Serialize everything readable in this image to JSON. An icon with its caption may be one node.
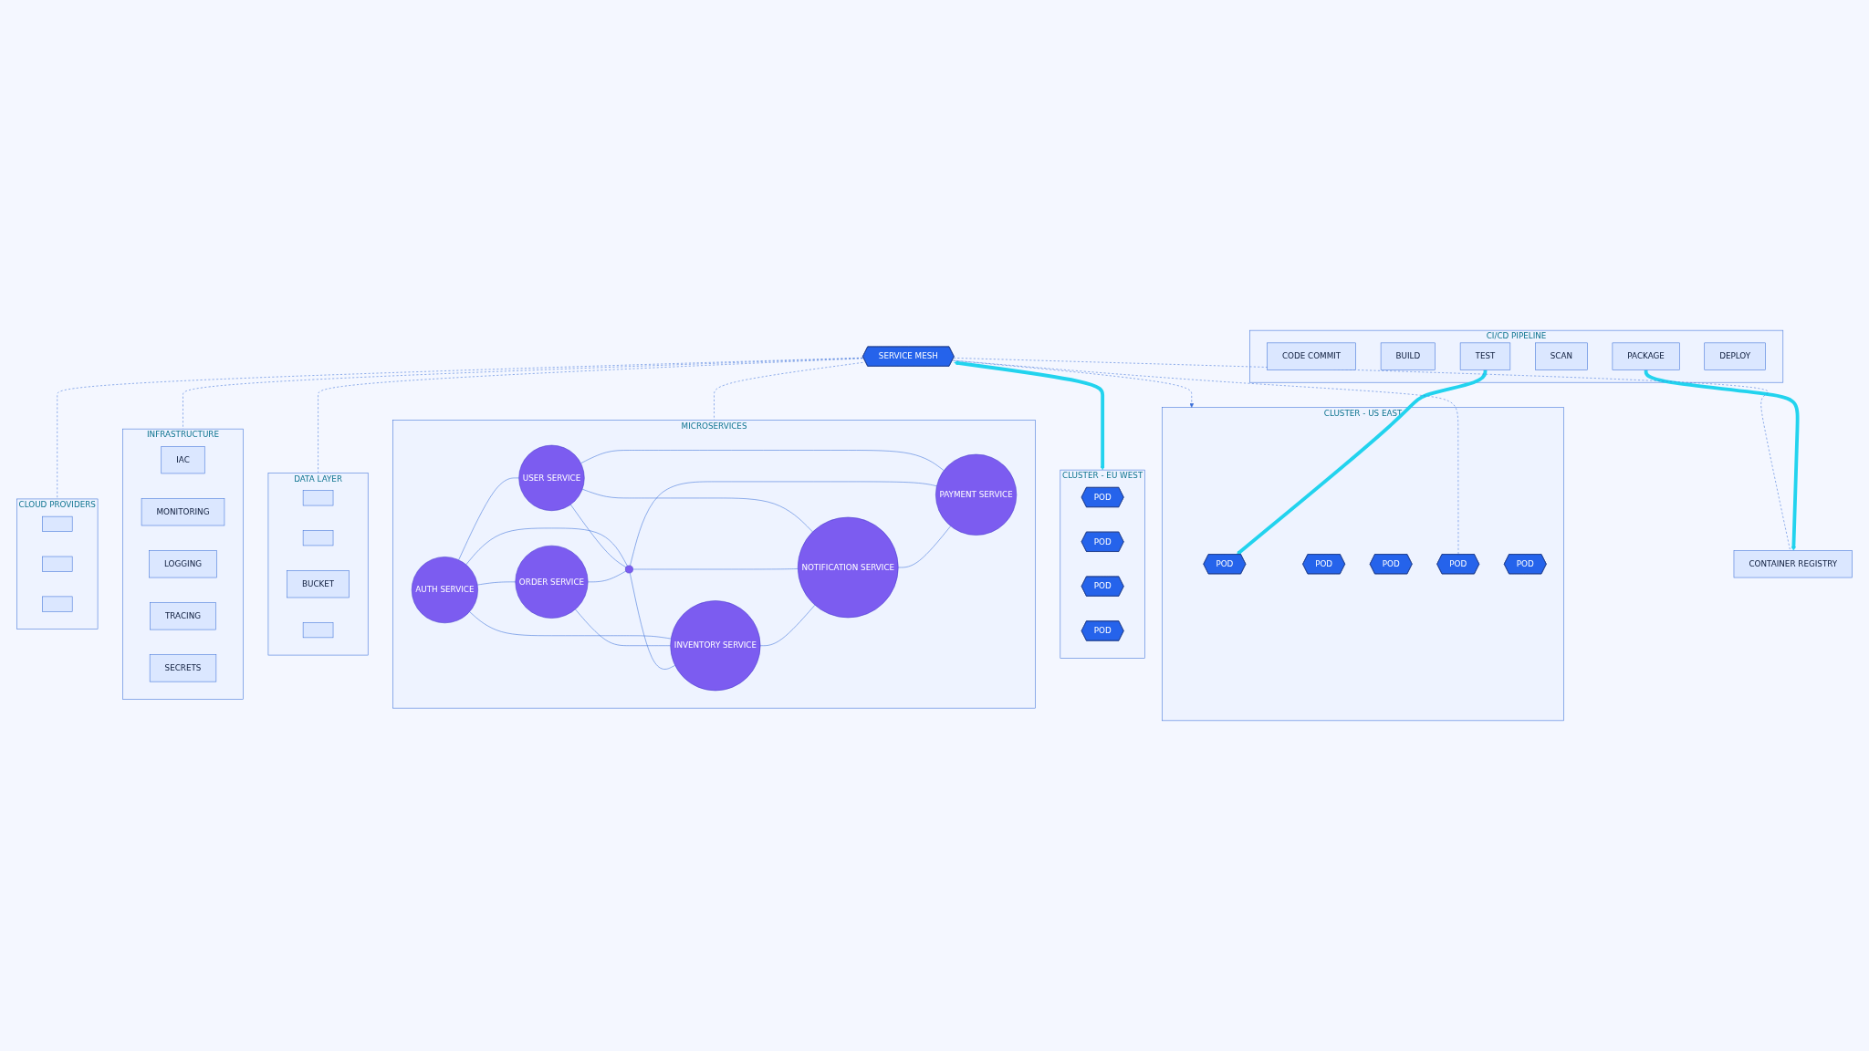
{
  "diagram": {
    "nodes": [
      {
        "text": [
          "CI/CD PIPELINE"
        ]
      },
      {
        "text": [
          "CODE COMMIT"
        ],
        "in": 0
      },
      {
        "text": [
          "BUILD"
        ],
        "in": 0
      },
      {
        "text": [
          "TEST"
        ],
        "in": 0
      },
      {
        "text": [
          "SCAN"
        ],
        "in": 0
      },
      {
        "text": [
          "PACKAGE"
        ],
        "in": 0
      },
      {
        "text": [
          "DEPLOY"
        ],
        "in": 0
      },
      {
        "text": [
          "CLUSTER - US EAST"
        ]
      },
      {
        "text": [
          "POD"
        ],
        "in": 7
      },
      {
        "text": [
          "POD"
        ],
        "in": 7
      },
      {
        "text": [
          "POD"
        ],
        "in": 7
      },
      {
        "text": [
          "POD"
        ],
        "in": 7
      },
      {
        "text": [
          "POD"
        ],
        "in": 7
      },
      {
        "text": [
          "CONTAINER REGISTRY"
        ]
      },
      {
        "text": [
          "SERVICE MESH"
        ]
      },
      {
        "text": [
          "CLUSTER - EU WEST"
        ]
      },
      {
        "text": [
          "POD"
        ],
        "in": 15
      },
      {
        "text": [
          "POD"
        ],
        "in": 15
      },
      {
        "text": [
          "POD"
        ],
        "in": 15
      },
      {
        "text": [
          "POD"
        ],
        "in": 15
      },
      {
        "text": [
          "MICROSERVICES"
        ]
      },
      {
        "text": [
          "AUTH SERVICE"
        ],
        "in": 20
      },
      {
        "text": [
          "USER SERVICE"
        ],
        "in": 20
      },
      {
        "text": [
          "ORDER SERVICE"
        ],
        "in": 20
      },
      {
        "text": [],
        "shape": "circle",
        "in": 20
      },
      {
        "text": [
          "PAYMENT SERVICE"
        ],
        "in": 20
      },
      {
        "text": [
          "INVENTORY SERVICE"
        ],
        "in": 20
      },
      {
        "text": [
          "NOTIFICATION SERVICE"
        ],
        "in": 20
      },
      {
        "text": [
          "DATA LAYER"
        ]
      },
      {
        "text": [],
        "shape": "box",
        "in": 28
      },
      {
        "text": [],
        "shape": "box",
        "in": 28
      },
      {
        "text": [
          "BUCKET"
        ],
        "in": 28
      },
      {
        "text": [],
        "shape": "box",
        "in": 28
      },
      {
        "text": [
          "INFRASTRUCTURE"
        ]
      },
      {
        "text": [
          "IAC"
        ],
        "in": 33
      },
      {
        "text": [
          "MONITORING"
        ],
        "in": 33
      },
      {
        "text": [
          "LOGGING"
        ],
        "in": 33
      },
      {
        "text": [
          "TRACING"
        ],
        "in": 33
      },
      {
        "text": [
          "SECRETS"
        ],
        "in": 33
      },
      {
        "text": [
          "CLOUD PROVIDERS"
        ]
      },
      {
        "text": [],
        "shape": "box",
        "in": 39
      },
      {
        "text": [],
        "shape": "box",
        "in": 39
      },
      {
        "text": [],
        "shape": "box",
        "in": 39
      }
    ],
    "edges": [
      {
        "from": 3,
        "to": 8,
        "arrow": "to",
        "style": "thick",
        "color": "#22d3ee"
      },
      {
        "from": 5,
        "to": 13,
        "arrow": "to",
        "style": "thick",
        "color": "#22d3ee"
      },
      {
        "from": 14,
        "to": 7,
        "arrow": "to",
        "style": "dashed"
      },
      {
        "from": 14,
        "to": 15,
        "arrow": "both",
        "style": "thick",
        "color": "#22d3ee"
      },
      {
        "from": 14,
        "to": 11,
        "arrow": "none",
        "style": "dashed"
      },
      {
        "from": 14,
        "to": 20,
        "arrow": "none",
        "style": "dashed"
      },
      {
        "from": 14,
        "to": 13,
        "arrow": "none",
        "style": "dashed"
      },
      {
        "from": 14,
        "to": 28,
        "arrow": "none",
        "style": "dashed"
      },
      {
        "from": 14,
        "to": 33,
        "arrow": "none",
        "style": "dashed"
      },
      {
        "from": 14,
        "to": 39,
        "arrow": "none",
        "style": "dashed"
      },
      {
        "from": 21,
        "to": 22,
        "arrow": "none"
      },
      {
        "from": 21,
        "to": 23,
        "arrow": "none"
      },
      {
        "from": 21,
        "to": 24,
        "arrow": "none"
      },
      {
        "from": 21,
        "to": 26,
        "arrow": "none"
      },
      {
        "from": 22,
        "to": 24,
        "arrow": "none"
      },
      {
        "from": 22,
        "to": 25,
        "arrow": "none"
      },
      {
        "from": 22,
        "to": 27,
        "arrow": "none"
      },
      {
        "from": 23,
        "to": 24,
        "arrow": "none"
      },
      {
        "from": 24,
        "to": 25,
        "arrow": "none"
      },
      {
        "from": 23,
        "to": 26,
        "arrow": "none"
      },
      {
        "from": 24,
        "to": 26,
        "arrow": "none"
      },
      {
        "from": 24,
        "to": 27,
        "arrow": "none"
      },
      {
        "from": 26,
        "to": 27,
        "arrow": "none"
      },
      {
        "from": 27,
        "to": 25,
        "arrow": "none"
      }
    ]
  }
}
